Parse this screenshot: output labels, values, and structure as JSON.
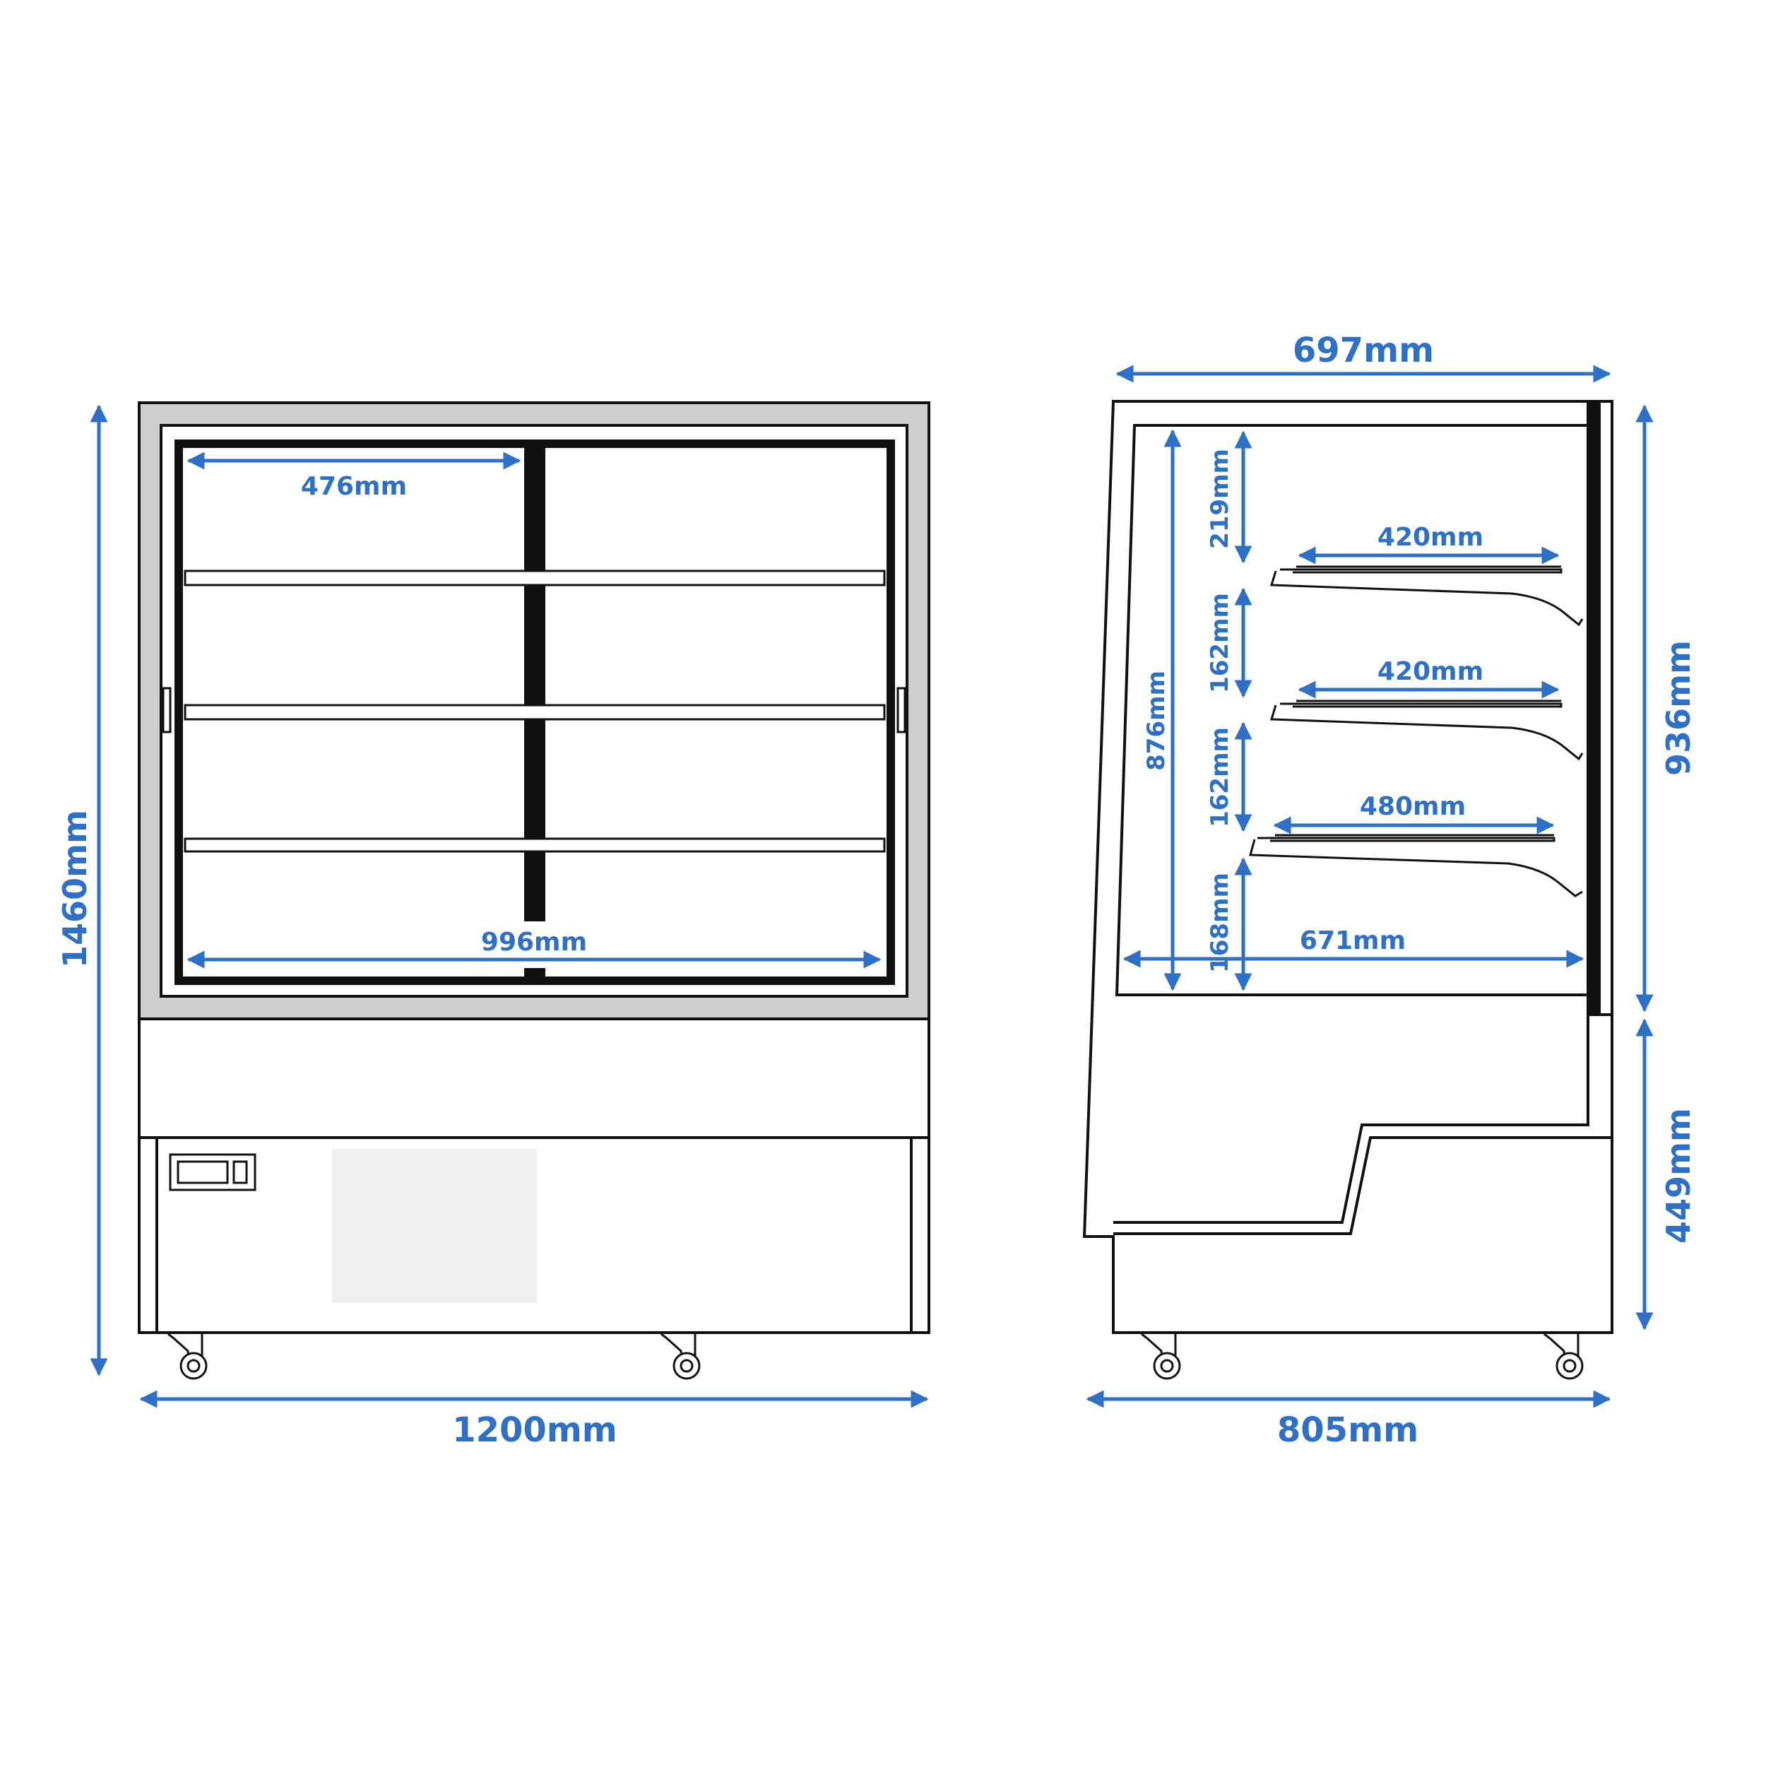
{
  "colors": {
    "dimension": "#2E6FC8",
    "outline": "#111111",
    "bezel": "#CFCFCF",
    "panel": "#EFEFEF",
    "background": "#FFFFFF"
  },
  "front_view": {
    "dimensions": {
      "overall_height": "1460mm",
      "overall_width": "1200mm",
      "door_width": "476mm",
      "interior_width": "996mm"
    }
  },
  "side_view": {
    "dimensions": {
      "top_depth": "697mm",
      "overall_depth": "805mm",
      "display_height": "936mm",
      "base_height": "449mm",
      "interior_height": "876mm",
      "top_gap": "219mm",
      "shelf_gap_1": "162mm",
      "shelf_gap_2": "162mm",
      "bottom_gap": "168mm",
      "shelf_1_depth": "420mm",
      "shelf_2_depth": "420mm",
      "shelf_3_depth": "480mm",
      "interior_depth": "671mm"
    }
  }
}
